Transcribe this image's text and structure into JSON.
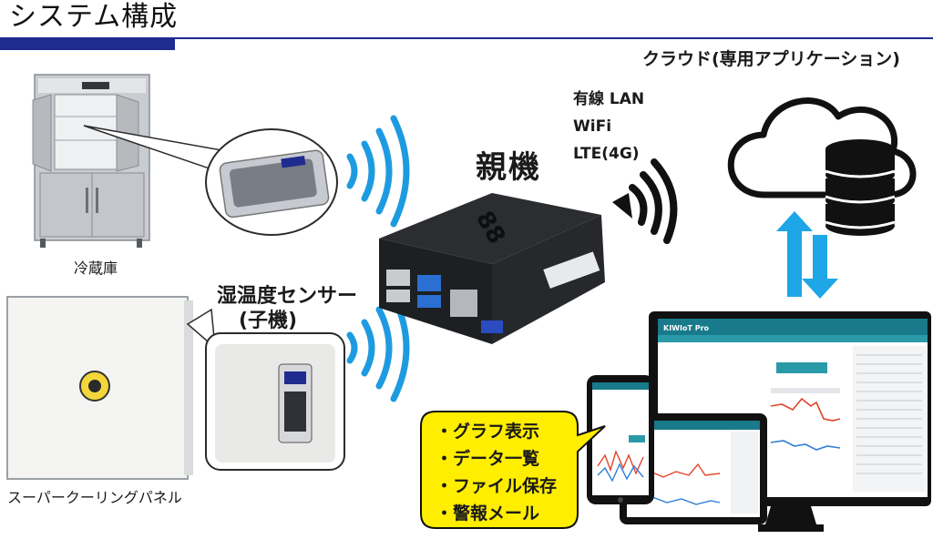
{
  "title": "システム構成",
  "labels": {
    "fridge": "冷蔵庫",
    "panel": "スーパークーリングパネル",
    "sensor": "湿温度センサー",
    "sensor_sub": "(子機)",
    "gateway": "親機",
    "cloud": "クラウド(専用アプリケーション)"
  },
  "network": [
    "有線 LAN",
    "WiFi",
    "LTE(4G)"
  ],
  "features": [
    "・グラフ表示",
    "・データ一覧",
    "・ファイル保存",
    "・警報メール"
  ],
  "monitor_app_name": "KIWIoT Pro",
  "colors": {
    "title_bar": "#1f2b8f",
    "wifi_blue": "#1e9be0",
    "arrow_blue": "#1ea6e6",
    "feature_box": "#ffee00",
    "chart_red": "#e2452b",
    "chart_blue": "#2f7fd6"
  }
}
